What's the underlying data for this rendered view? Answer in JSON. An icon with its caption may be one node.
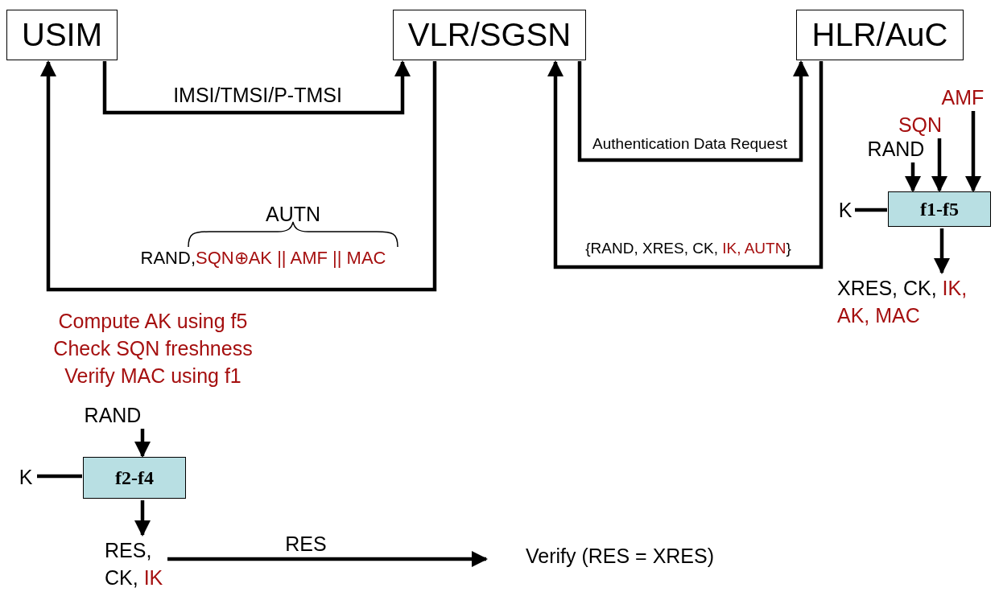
{
  "diagram": {
    "nodes": [
      {
        "text": [
          "USIM"
        ]
      },
      {
        "text": [
          "VLR/SGSN"
        ]
      },
      {
        "text": [
          "HLR/AuC"
        ]
      },
      {
        "text": [
          "AMF"
        ]
      },
      {
        "text": [
          "SQN"
        ]
      },
      {
        "text": [
          "RAND"
        ]
      },
      {
        "text": [
          "K"
        ]
      },
      {
        "text": [
          "f1-f5"
        ]
      },
      {
        "text": [
          "XRES, CK, IK, AK, MAC"
        ]
      },
      {
        "text": [
          "RAND"
        ]
      },
      {
        "text": [
          "K"
        ]
      },
      {
        "text": [
          "f2-f4"
        ]
      },
      {
        "text": [
          "RES, CK, IK"
        ]
      },
      {
        "text": [
          "Verify (RES = XRES)"
        ]
      }
    ],
    "edges": [
      {
        "from": 0,
        "to": 1,
        "arrow": "to",
        "label": "IMSI/TMSI/P-TMSI"
      },
      {
        "from": 1,
        "to": 2,
        "arrow": "to",
        "label": "Authentication Data Request"
      },
      {
        "from": 3,
        "to": 7,
        "arrow": "to"
      },
      {
        "from": 4,
        "to": 7,
        "arrow": "to"
      },
      {
        "from": 5,
        "to": 7,
        "arrow": "to"
      },
      {
        "from": 6,
        "to": 7,
        "arrow": "none"
      },
      {
        "from": 7,
        "to": 8,
        "arrow": "to"
      },
      {
        "from": 2,
        "to": 1,
        "arrow": "to",
        "label": "{RAND, XRES, CK, IK, AUTN}"
      },
      {
        "from": 1,
        "to": 0,
        "arrow": "to",
        "label": "RAND,SQN⊕AK || AMF || MAC"
      },
      {
        "from": 9,
        "to": 11,
        "arrow": "to"
      },
      {
        "from": 10,
        "to": 11,
        "arrow": "none"
      },
      {
        "from": 11,
        "to": 12,
        "arrow": "to"
      },
      {
        "from": 12,
        "to": 13,
        "arrow": "to",
        "label": "RES"
      }
    ],
    "labels": [
      "AUTN",
      "Compute AK using f5",
      "Check SQN freshness",
      "Verify MAC using f1"
    ]
  }
}
